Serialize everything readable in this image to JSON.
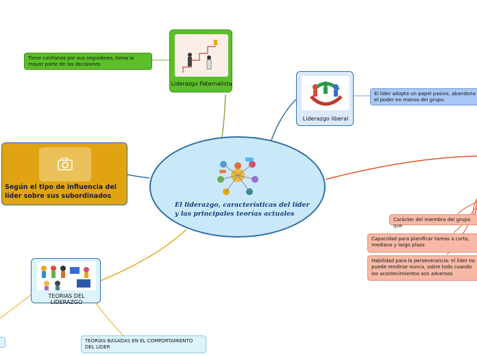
{
  "central": {
    "title": "El liderazgo, características del líder y las principales teorías actuales"
  },
  "nodes": {
    "paternalista": {
      "label": "Liderazgo Paternalista"
    },
    "liberal": {
      "label": "Liderazgo liberal"
    },
    "influencia": {
      "label": "Según el tipo de influencia del líder sobre sus subordinados"
    },
    "teorias": {
      "label": "TEORIAS DEL LIDERAZGO"
    },
    "comportamiento": {
      "label": "TEORÍAS BASADAS EN EL COMPORTAMIENTO DEL LÍDER"
    }
  },
  "notes": {
    "paternalista": "Tiene confianza por sus seguidores, toma la mayor parte de las decisiones",
    "liberal": "El líder adopta un papel pasivo, abandona el poder en manos del grupo.",
    "miembro": "Carácter del miembro del grupo que",
    "planificar": "Capacidad para planificar tareas a corto, mediano y largo plazo",
    "perseverancia": "Habilidad para la perseverancia: el líder no puede rendirse nunca, sobre todo cuando los acontecimientos son adversos"
  },
  "colors": {
    "green_node": "#5cbf2a",
    "blue_node": "#dce9fb",
    "orange_node": "#e0a412",
    "salmon_note": "#f7b9a6",
    "link_orange_red": "#e0532a",
    "link_blue": "#2e6fa6",
    "link_olive": "#7c9a2e"
  }
}
